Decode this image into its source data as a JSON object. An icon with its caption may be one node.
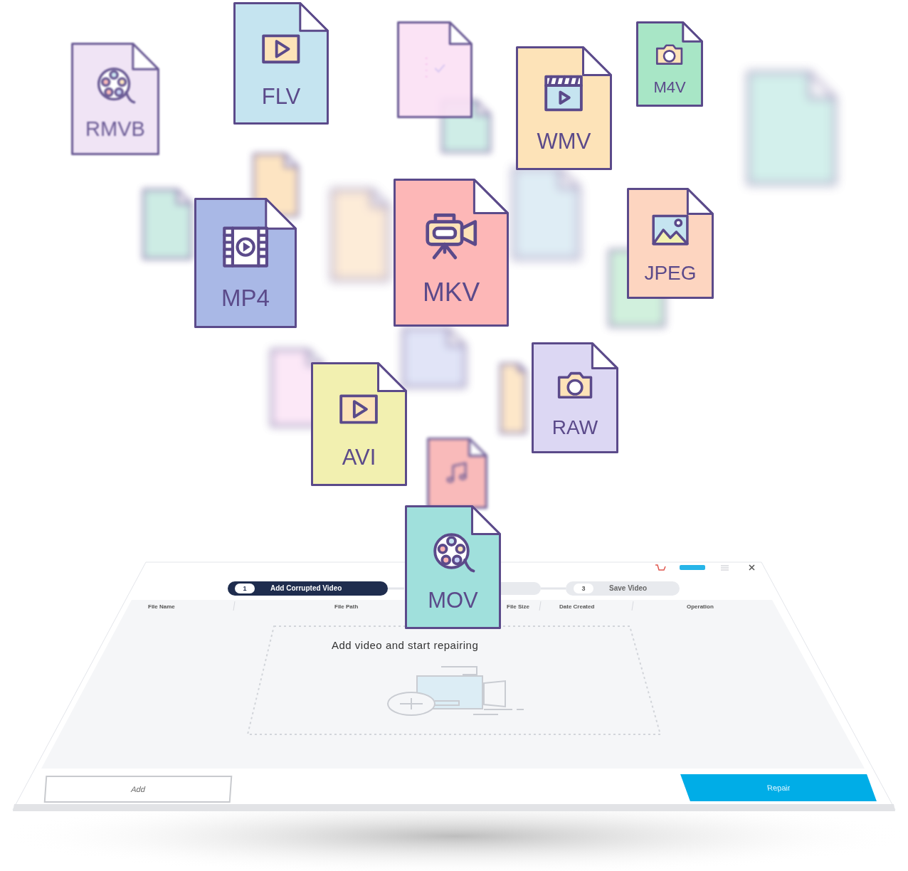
{
  "diagram": {
    "nodes": [
      {
        "text": [
          "FLV"
        ]
      },
      {
        "text": [],
        "shape": "box"
      },
      {
        "text": [
          "M4V"
        ]
      },
      {
        "text": [
          "RMVB"
        ]
      },
      {
        "text": [
          "WMV"
        ]
      },
      {
        "text": [],
        "shape": "box"
      },
      {
        "text": [],
        "shape": "box"
      },
      {
        "text": [],
        "shape": "box"
      },
      {
        "text": [],
        "shape": "box"
      },
      {
        "text": [
          "MKV"
        ]
      },
      {
        "text": [],
        "shape": "box"
      },
      {
        "text": [
          "JPEG"
        ]
      },
      {
        "text": [],
        "shape": "box"
      },
      {
        "text": [
          "MP4"
        ]
      },
      {
        "text": [],
        "shape": "box"
      },
      {
        "text": [],
        "shape": "box"
      },
      {
        "text": [
          "RAW"
        ]
      },
      {
        "text": [],
        "shape": "box"
      },
      {
        "text": [],
        "shape": "box"
      },
      {
        "text": [
          "AVI"
        ]
      },
      {
        "text": [],
        "shape": "box"
      },
      {
        "text": [
          "MOV"
        ]
      }
    ],
    "labels": [
      "1",
      "Add Corrupted Video",
      "3",
      "Save Video",
      "File Name",
      "File Path",
      "File Size",
      "Date Created",
      "Operation",
      "Add video and start repairing",
      "Add",
      "Repair"
    ]
  }
}
